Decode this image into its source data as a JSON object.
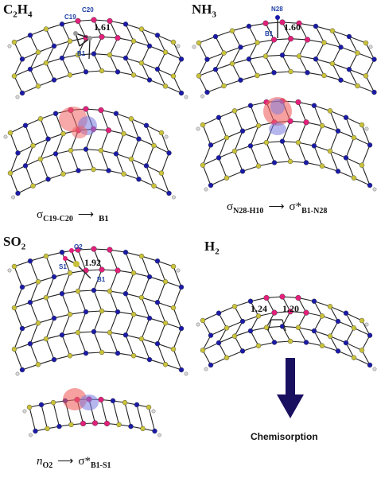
{
  "panels": {
    "c2h4": {
      "title_main": "C2H4",
      "atoms": {
        "c19": "C19",
        "c20": "C20",
        "b1": "B1"
      },
      "distance": "1.61",
      "caption": {
        "sigma": "σ",
        "donor": "C19-C20",
        "acceptor": "B1"
      }
    },
    "nh3": {
      "title_main": "NH3",
      "atoms": {
        "n28": "N28",
        "b1": "B1"
      },
      "distance": "1.60",
      "caption": {
        "sigma": "σ",
        "donor": "N28-H10",
        "acceptor_sym": "σ*",
        "acceptor": "B1-N28"
      }
    },
    "so2": {
      "title_main": "SO2",
      "atoms": {
        "o2": "O2",
        "s1": "S1",
        "b1": "B1"
      },
      "distance": "1.92",
      "caption": {
        "n": "n",
        "donor": "O2",
        "acceptor_sym": "σ*",
        "acceptor": "B1-S1"
      }
    },
    "h2": {
      "title_main": "H2",
      "distances": [
        "1.24",
        "1.20"
      ],
      "arrow_label": "Chemisorption"
    }
  },
  "colors": {
    "boron": "#1a1aa8",
    "nitrogen_yellow": "#c9c23a",
    "adsorption_site": "#e0207a",
    "hydrogen": "#d8d8d8",
    "orbital_positive": "#f06060",
    "orbital_negative": "#7a7ae0",
    "arrow": "#1a1060"
  }
}
